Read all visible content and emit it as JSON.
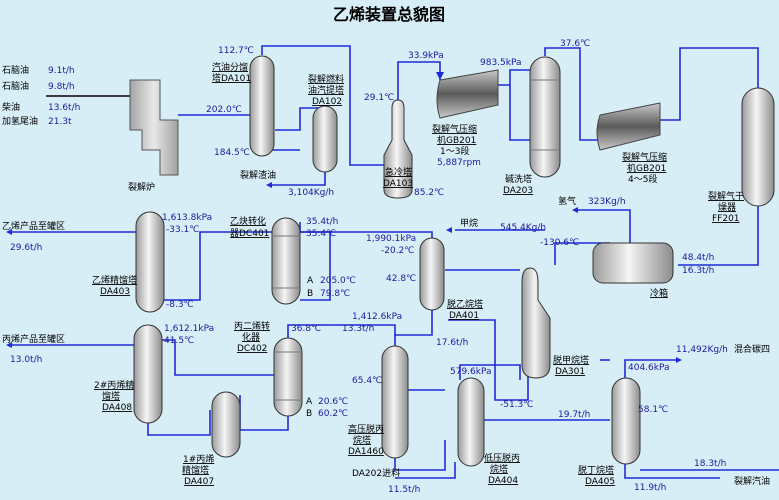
{
  "title": "乙烯装置总貌图",
  "feeds": {
    "naphtha1": {
      "name": "石脑油",
      "value": "9.1t/h"
    },
    "naphtha2": {
      "name": "石脑油",
      "value": "9.8t/h"
    },
    "diesel": {
      "name": "柴油",
      "value": "13.6t/h"
    },
    "hydro_tail": {
      "name": "加氢尾油",
      "value": "21.3t"
    }
  },
  "labels": {
    "furnace": "裂解炉",
    "da101": [
      "汽油分馏",
      "塔DA101"
    ],
    "da102": [
      "裂解燃料",
      "油汽提塔",
      "DA102"
    ],
    "da103": [
      "急冷塔",
      "DA103"
    ],
    "gb201_a": [
      "裂解气压缩",
      "机GB201",
      "1～3段"
    ],
    "gb201_rpm": "5,887rpm",
    "da203": [
      "碱洗塔",
      "DA203"
    ],
    "gb201_b": [
      "裂解气压缩",
      "机GB201",
      "4～5段"
    ],
    "ff201": [
      "裂解气干",
      "燥器",
      "FF201"
    ],
    "cold_box": "冷箱",
    "hydrogen": "氢气",
    "methane": "甲烷",
    "da401": [
      "脱乙烷塔",
      "DA401"
    ],
    "da301": [
      "脱甲烷塔",
      "DA301"
    ],
    "dc401": [
      "乙炔转化",
      "器DC401"
    ],
    "da403": [
      "乙烯精馏塔",
      "DA403"
    ],
    "ethylene_product": "乙烯产品至罐区",
    "propylene_product": "丙烯产品至罐区",
    "dc402": [
      "丙二烯转",
      "化器",
      "DC402"
    ],
    "da408": [
      "2#丙烯精",
      "馏塔",
      "DA408"
    ],
    "da407": [
      "1#丙烯",
      "精馏塔",
      "DA407"
    ],
    "da1460": [
      "高压脱丙",
      "烷塔",
      "DA1460"
    ],
    "da404": [
      "低压脱丙",
      "烷塔",
      "DA404"
    ],
    "da405": [
      "脱丁烷塔",
      "DA405"
    ],
    "mixed_c4": "混合碳四",
    "pyrolysis_gasoline": "裂解汽油",
    "da202_feed": "DA202进料",
    "slag_oil": "裂解渣油",
    "point_a": "A",
    "point_b": "B"
  },
  "values": {
    "da101_top": "112.7℃",
    "da101_side": "202.0℃",
    "da101_bot": "184.5℃",
    "da102_flow": "3,104Kg/h",
    "da103_top": "29.1℃",
    "da103_bot": "85.2℃",
    "gb201_in": "33.9kPa",
    "gb201_out": "983.5kPa",
    "da203_top": "37.6℃",
    "ff201_flow1": "48.4t/h",
    "ff201_flow2": "16.3t/h",
    "h2_flow": "323Kg/h",
    "methane_flow": "545.4Kg/h",
    "cold_temp": "-130.6℃",
    "da401_press": "1,990.1kPa",
    "da401_top": "-20.2℃",
    "da401_mid": "42.8℃",
    "da401_bot": "17.6t/h",
    "dc401_flow": "35.4t/h",
    "dc401_temp": "35.4℃",
    "dc401_a": "205.0℃",
    "dc401_b": "79.8℃",
    "da403_press": "1,613.8kPa",
    "da403_top": "-33.1℃",
    "da403_bot": "-8.3℃",
    "ethylene_flow": "29.6t/h",
    "da301_bot": "-51.3℃",
    "dc402_temp": "36.8℃",
    "dc402_flow": "13.3t/h",
    "dc402_a": "20.6℃",
    "dc402_b": "60.2℃",
    "da408_press": "1,612.1kPa",
    "da408_top": "41.5℃",
    "propylene_flow": "13.0t/h",
    "da1460_press": "1,412.6kPa",
    "da1460_mid": "65.4℃",
    "da404_press": "579.6kPa",
    "da404_flow": "19.7t/h",
    "da202_flow": "11.5t/h",
    "da405_press": "404.6kPa",
    "da405_mid": "58.1℃",
    "c4_flow": "11,492Kg/h",
    "gasoline_flow1": "18.3t/h",
    "gasoline_flow2": "11.9t/h"
  },
  "colors": {
    "background": "#d8eef7",
    "pipe": "#1f2bd6",
    "value_text": "#1a1a9c"
  }
}
